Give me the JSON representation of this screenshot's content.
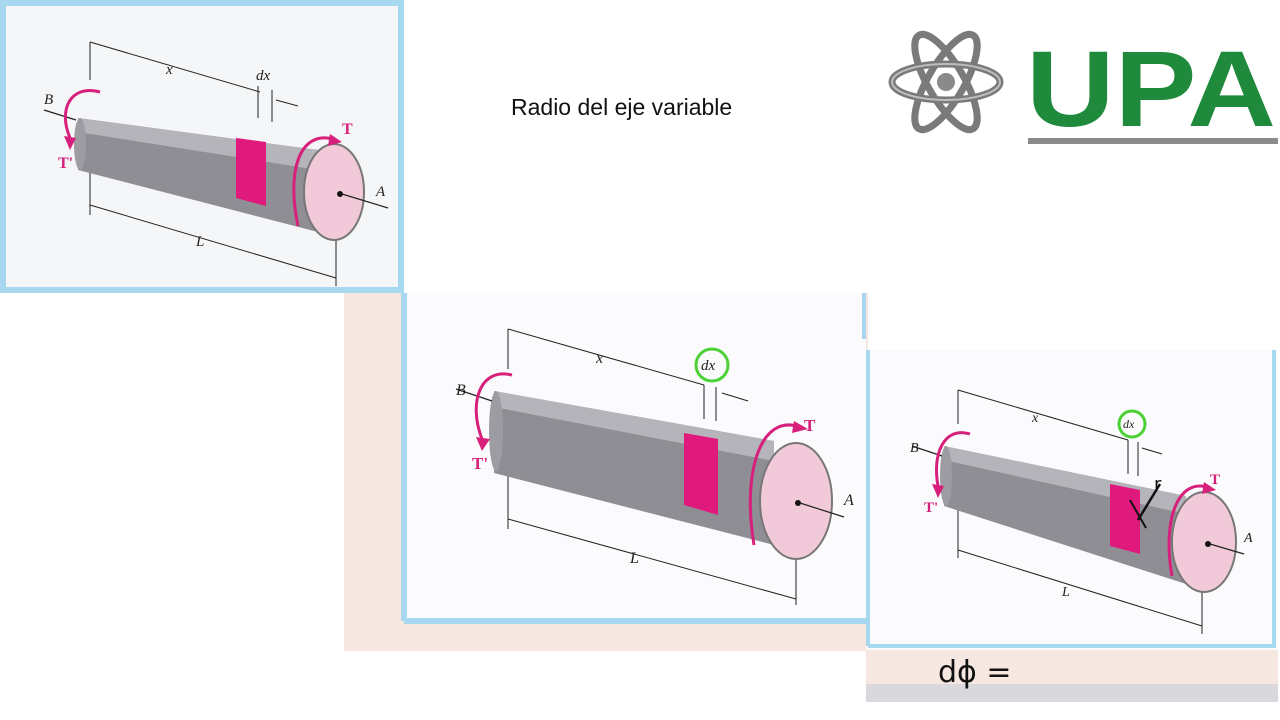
{
  "slide": {
    "title": "Radio del eje variable"
  },
  "logo": {
    "text": "UPA",
    "icon": "atom-icon",
    "color": "#1f8a3c"
  },
  "figure": {
    "labels": {
      "x": "x",
      "dx": "dx",
      "L": "L",
      "A": "A",
      "B": "B",
      "T": "T",
      "T_prime": "T'"
    },
    "colors": {
      "torque": "#d6207b",
      "band": "#e0197d",
      "end_face": "#f1c9d8",
      "frame": "#a8d8f0",
      "highlight_circle": "#4cd137"
    }
  },
  "handwriting": {
    "equation": "dϕ =",
    "note": "r"
  }
}
